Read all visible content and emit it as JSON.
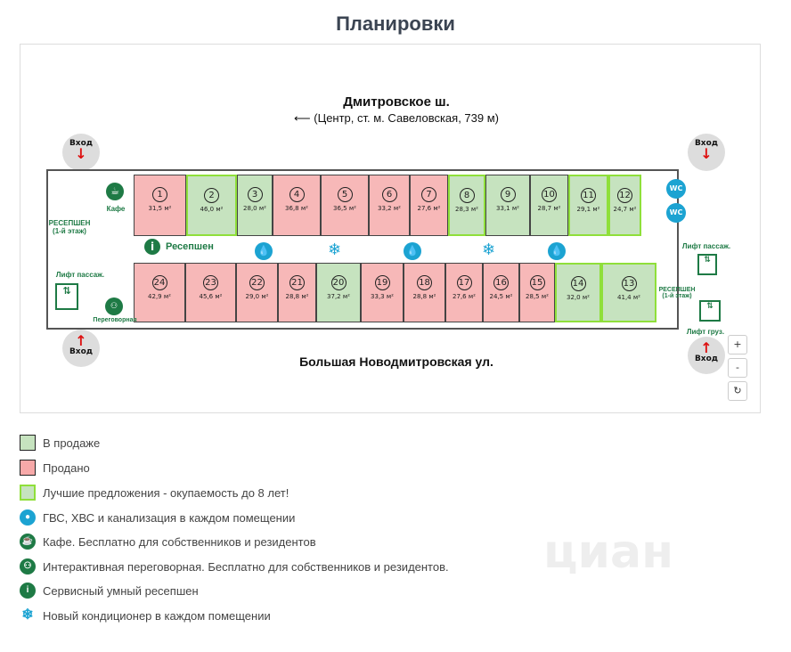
{
  "title": "Планировки",
  "plan": {
    "street_top": "Дмитровское ш.",
    "street_top_sub": "⟵ (Центр, ст. м. Савеловская, 739 м)",
    "street_bottom": "Большая Новодмитровская ул.",
    "entrance_label": "Вход",
    "cafe_label": "Кафе",
    "reception_left": "РЕСЕПШЕН (1-й этаж)",
    "reception_right": "РЕСЕПШЕН (1-й этаж)",
    "reception_main": "Ресепшен",
    "lift_passenger_left": "Лифт пассаж.",
    "lift_passenger_right": "Лифт пассаж.",
    "lift_cargo": "Лифт груз.",
    "meeting_label": "Переговорная",
    "wc": "WC",
    "rooms_top": [
      {
        "num": "1",
        "area": "31,5 м²",
        "status": "sold"
      },
      {
        "num": "2",
        "area": "46,0 м²",
        "status": "best"
      },
      {
        "num": "3",
        "area": "28,0 м²",
        "status": "sale"
      },
      {
        "num": "4",
        "area": "36,8 м²",
        "status": "sold"
      },
      {
        "num": "5",
        "area": "36,5 м²",
        "status": "sold"
      },
      {
        "num": "6",
        "area": "33,2 м²",
        "status": "sold"
      },
      {
        "num": "7",
        "area": "27,6 м²",
        "status": "sold"
      },
      {
        "num": "8",
        "area": "28,3 м²",
        "status": "best"
      },
      {
        "num": "9",
        "area": "33,1 м²",
        "status": "sale"
      },
      {
        "num": "10",
        "area": "28,7 м²",
        "status": "sale"
      },
      {
        "num": "11",
        "area": "29,1 м²",
        "status": "best"
      },
      {
        "num": "12",
        "area": "24,7 м²",
        "status": "best"
      }
    ],
    "rooms_bottom": [
      {
        "num": "24",
        "area": "42,9 м²",
        "status": "sold"
      },
      {
        "num": "23",
        "area": "45,6 м²",
        "status": "sold"
      },
      {
        "num": "22",
        "area": "29,0 м²",
        "status": "sold"
      },
      {
        "num": "21",
        "area": "28,8 м²",
        "status": "sold"
      },
      {
        "num": "20",
        "area": "37,2 м²",
        "status": "sale"
      },
      {
        "num": "19",
        "area": "33,3 м²",
        "status": "sold"
      },
      {
        "num": "18",
        "area": "28,8 м²",
        "status": "sold"
      },
      {
        "num": "17",
        "area": "27,6 м²",
        "status": "sold"
      },
      {
        "num": "16",
        "area": "24,5 м²",
        "status": "sold"
      },
      {
        "num": "15",
        "area": "28,5 м²",
        "status": "sold"
      },
      {
        "num": "14",
        "area": "32,0 м²",
        "status": "best"
      },
      {
        "num": "13",
        "area": "41,4 м²",
        "status": "best"
      }
    ]
  },
  "zoom": {
    "in": "+",
    "out": "-",
    "reset": "↻"
  },
  "legend": [
    "В продаже",
    "Продано",
    "Лучшие предложения - окупаемость до 8 лет!",
    "ГВС, ХВС и канализация в каждом помещении",
    "Кафе. Бесплатно для собственников и резидентов",
    "Интерактивная переговорная. Бесплатно для собственников и резидентов.",
    "Сервисный умный ресепшен",
    "Новый кондиционер в каждом помещении"
  ],
  "colors": {
    "sold": "#f7b8b8",
    "sale": "#c6e3bf",
    "best_border": "#8fdf3a",
    "green": "#1e7a45",
    "blue": "#1ca3d2"
  },
  "watermark": "циан"
}
